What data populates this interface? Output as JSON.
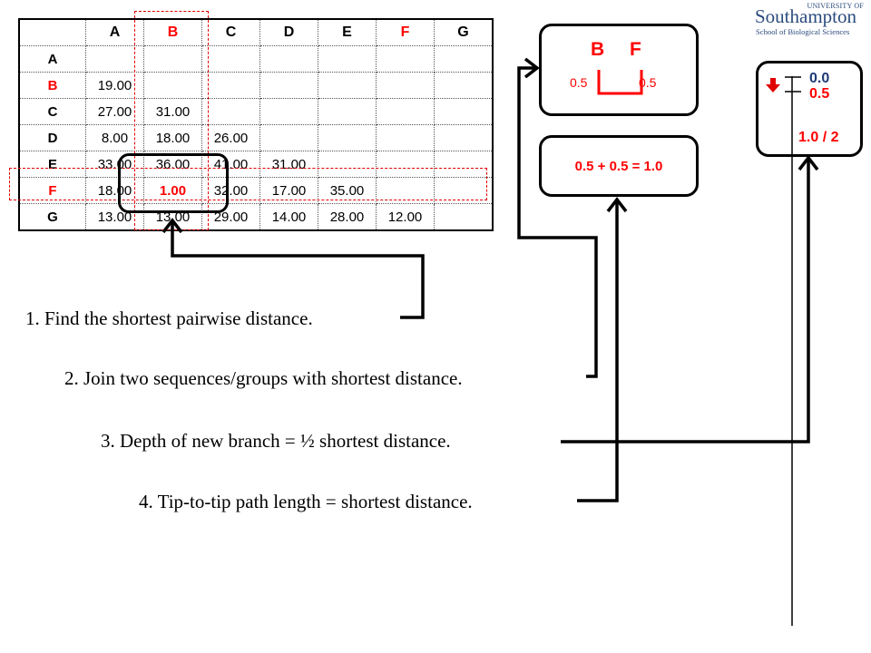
{
  "matrix": {
    "headers": [
      "",
      "A",
      "B",
      "C",
      "D",
      "E",
      "F",
      "G"
    ],
    "rows": [
      {
        "label": "A",
        "values": [
          "",
          "",
          "",
          "",
          "",
          "",
          ""
        ]
      },
      {
        "label": "B",
        "values": [
          "19.00",
          "",
          "",
          "",
          "",
          "",
          ""
        ]
      },
      {
        "label": "C",
        "values": [
          "27.00",
          "31.00",
          "",
          "",
          "",
          "",
          ""
        ]
      },
      {
        "label": "D",
        "values": [
          "8.00",
          "18.00",
          "26.00",
          "",
          "",
          "",
          ""
        ]
      },
      {
        "label": "E",
        "values": [
          "33.00",
          "36.00",
          "41.00",
          "31.00",
          "",
          "",
          ""
        ]
      },
      {
        "label": "F",
        "values": [
          "18.00",
          "1.00",
          "32.00",
          "17.00",
          "35.00",
          "",
          ""
        ]
      },
      {
        "label": "G",
        "values": [
          "13.00",
          "13.00",
          "29.00",
          "14.00",
          "28.00",
          "12.00",
          ""
        ]
      }
    ],
    "highlight_labels": [
      "B",
      "F"
    ],
    "min_value": "1.00"
  },
  "join_box": {
    "left_label": "B",
    "right_label": "F",
    "left_branch": "0.5",
    "right_branch": "0.5"
  },
  "sum_box": {
    "text": "0.5 + 0.5 = 1.0"
  },
  "depth_box": {
    "top_value": "0.0",
    "bottom_value": "0.5",
    "caption": "1.0 / 2"
  },
  "steps": [
    "1. Find the shortest pairwise distance.",
    "2. Join two sequences/groups with shortest distance.",
    "3. Depth of new branch = ½ shortest distance.",
    "4. Tip-to-tip path length = shortest distance."
  ],
  "logo": {
    "line1": "UNIVERSITY OF",
    "line2": "Southampton",
    "line3": "School of Biological Sciences"
  },
  "colors": {
    "red": "#ff0000",
    "navy": "#1f3a78",
    "black": "#000000"
  }
}
